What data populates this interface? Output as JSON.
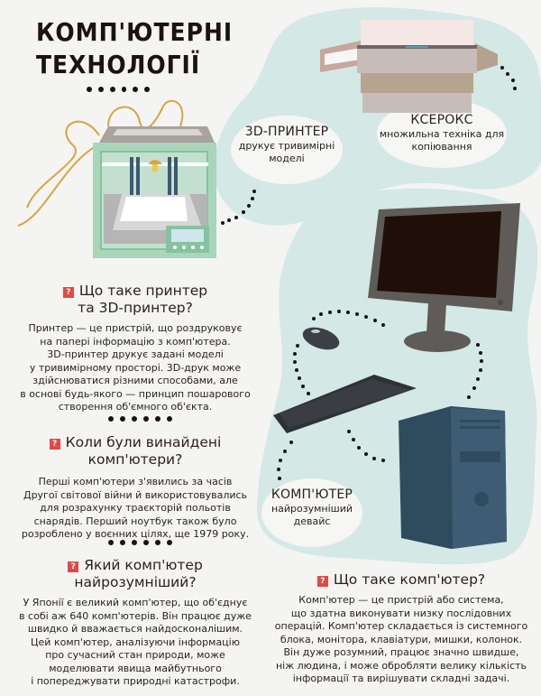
{
  "header": {
    "title_line1": "КОМП'ЮТЕРНІ",
    "title_line2": "ТЕХНОЛОГІЇ"
  },
  "colors": {
    "background": "#f4f4f3",
    "mint_blob": "#d4e8e6",
    "question_icon": "#e04a46",
    "text": "#2a1f1a",
    "filament": "#d9a441",
    "printer_body": "#a9d5bb",
    "tower": "#3e5d74",
    "monitor_frame": "#5f5b58",
    "monitor_screen": "#1f0f08"
  },
  "labels": {
    "printer3d": {
      "title": "3D-ПРИНТЕР",
      "subtitle": "друкує тривимірні моделі"
    },
    "copier": {
      "title": "КСЕРОКС",
      "subtitle": "множильна техніка для копіювання"
    },
    "computer": {
      "title": "КОМП'ЮТЕР",
      "subtitle": "найрозумніший девайс"
    }
  },
  "icons": {
    "question": "?"
  },
  "sections": [
    {
      "title_line1": "Що таке принтер",
      "title_line2": "та 3D-принтер?",
      "body": [
        "Принтер — це пристрій, що роздруковує",
        "на папері інформацію з комп'ютера.",
        "3D-принтер друкує задані моделі",
        "у тривимірному просторі. 3D-друк може",
        "здійснюватися різними способами, але",
        "в основі будь-якого — принцип пошарового",
        "створення об'ємного об'єкта."
      ]
    },
    {
      "title_line1": "Коли були винайдені",
      "title_line2": "комп'ютери?",
      "body": [
        "Перші комп'ютери з'явились за часів",
        "Другої світової війни й використовувались",
        "для розрахунку траєкторій польотів",
        "снарядів. Перший ноутбук також було",
        "розроблено у воєнних цілях, ще 1979 року."
      ]
    },
    {
      "title_line1": "Який комп'ютер",
      "title_line2": "найрозумніший?",
      "body": [
        "У Японії є великий комп'ютер, що об'єднує",
        "в собі аж 640 комп'ютерів. Він працює дуже",
        "швидко й вважається найдосконалішим.",
        "Цей комп'ютер, аналізуючи інформацію",
        "про сучасний стан природи, може",
        "моделювати явища майбутнього",
        "і попереджувати природні катастрофи."
      ]
    },
    {
      "title_line1": "Що таке комп'ютер?",
      "body": [
        "Комп'ютер — це пристрій або система,",
        "що здатна виконувати низку послідовних",
        "операцій. Комп'ютер складається із системного",
        "блока, монітора, клавіатури, мишки, колонок.",
        "Він дуже розумний, працює значно швидше,",
        "ніж людина, і може обробляти велику кількість",
        "інформації та вирішувати складні задачі."
      ]
    }
  ]
}
